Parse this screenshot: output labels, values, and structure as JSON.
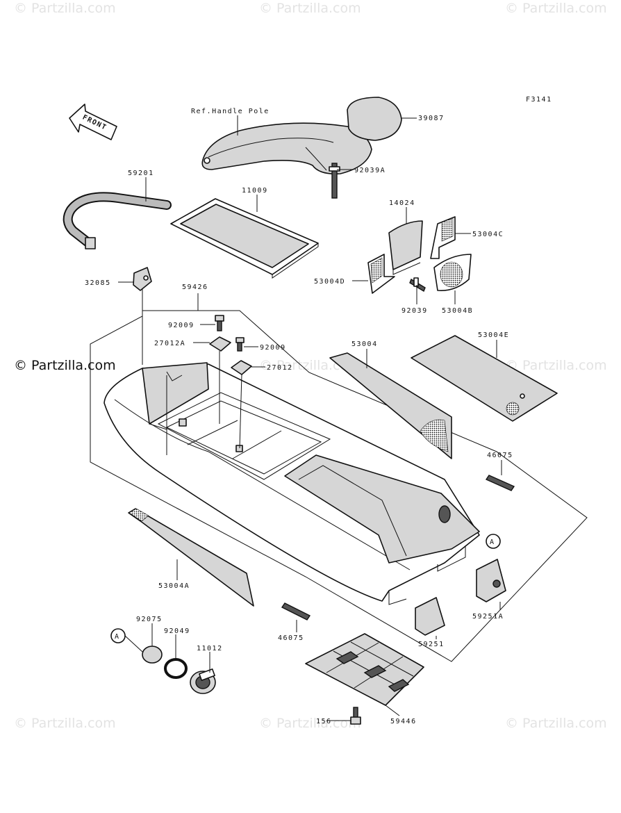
{
  "watermarks": {
    "top": [
      "© Partzilla.com",
      "© Partzilla.com",
      "© Partzilla.com"
    ],
    "middle": [
      "© Partzilla.com",
      "© Partzilla.com",
      "© Partzilla.com"
    ],
    "bottom": [
      "© Partzilla.com",
      "© Partzilla.com",
      "© Partzilla.com"
    ]
  },
  "figure_code": "F3141",
  "front_arrow": "FRONT",
  "reference_label": "Ref.Handle Pole",
  "callout_a": "A",
  "parts": {
    "p39087": "39087",
    "p92039A": "92039A",
    "p59201": "59201",
    "p11009": "11009",
    "p14024": "14024",
    "p53004C": "53004C",
    "p32085": "32085",
    "p53004D": "53004D",
    "p59426": "59426",
    "p92039": "92039",
    "p53004B": "53004B",
    "p92009a": "92009",
    "p27012A": "27012A",
    "p92009b": "92009",
    "p27012": "27012",
    "p53004": "53004",
    "p53004E": "53004E",
    "p46075a": "46075",
    "p53004A": "53004A",
    "p92075": "92075",
    "p92049": "92049",
    "p11012": "11012",
    "p46075b": "46075",
    "p59251": "59251",
    "p59251A": "59251A",
    "p156": "156",
    "p59446": "59446"
  }
}
